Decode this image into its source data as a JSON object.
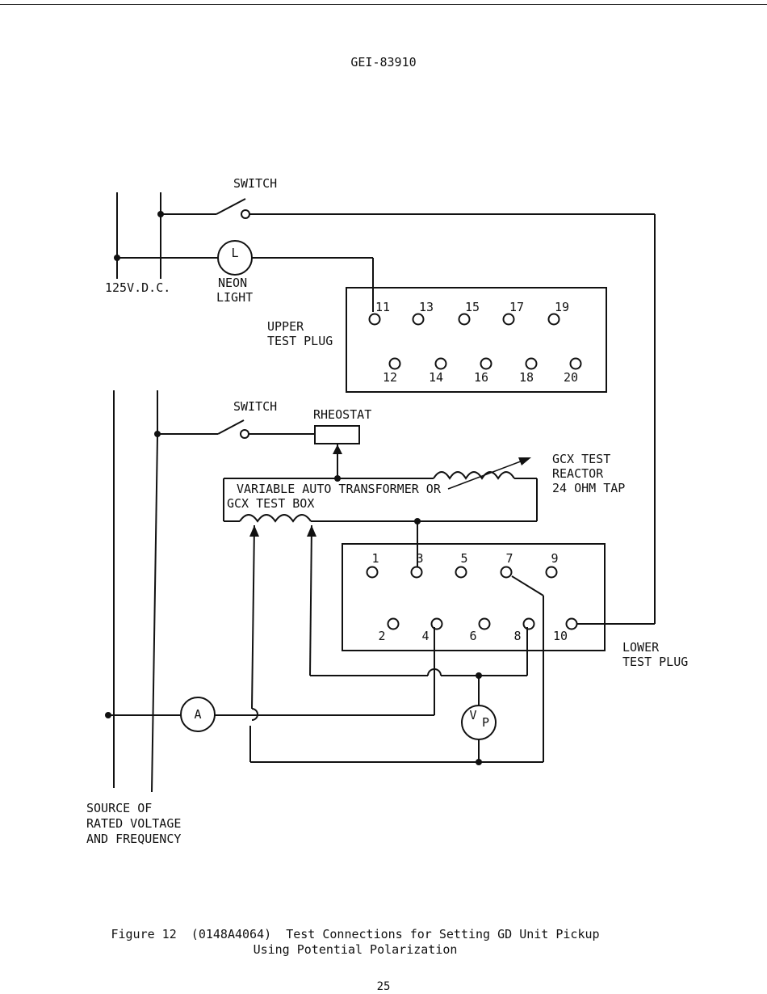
{
  "header": {
    "doc_number": "GEI-83910"
  },
  "labels": {
    "switch_upper": "SWITCH",
    "switch_lower": "SWITCH",
    "dc_source": "125V.D.C.",
    "neon_light_line1": "NEON",
    "neon_light_line2": "LIGHT",
    "neon_symbol": "L",
    "upper_plug_line1": "UPPER",
    "upper_plug_line2": "TEST PLUG",
    "rheostat": "RHEOSTAT",
    "reactor_line1": "GCX TEST",
    "reactor_line2": "REACTOR",
    "reactor_line3": "24 OHM TAP",
    "transformer_line1": "VARIABLE AUTO TRANSFORMER OR",
    "transformer_line2": "GCX TEST BOX",
    "lower_plug_line1": "LOWER",
    "lower_plug_line2": "TEST PLUG",
    "ammeter_symbol": "A",
    "voltmeter_symbol": "V",
    "voltmeter_sub": "P",
    "source_line1": "SOURCE OF",
    "source_line2": "RATED VOLTAGE",
    "source_line3": "AND FREQUENCY"
  },
  "upper_plug_terminals": {
    "top": [
      "11",
      "13",
      "15",
      "17",
      "19"
    ],
    "bottom": [
      "12",
      "14",
      "16",
      "18",
      "20"
    ]
  },
  "lower_plug_terminals": {
    "top": [
      "1",
      "3",
      "5",
      "7",
      "9"
    ],
    "bottom": [
      "2",
      "4",
      "6",
      "8",
      "10"
    ]
  },
  "caption": {
    "line1": "Figure 12  (0148A4064)  Test Connections for Setting GD Unit Pickup",
    "line2": "Using Potential Polarization"
  },
  "footer": {
    "page": "25"
  }
}
